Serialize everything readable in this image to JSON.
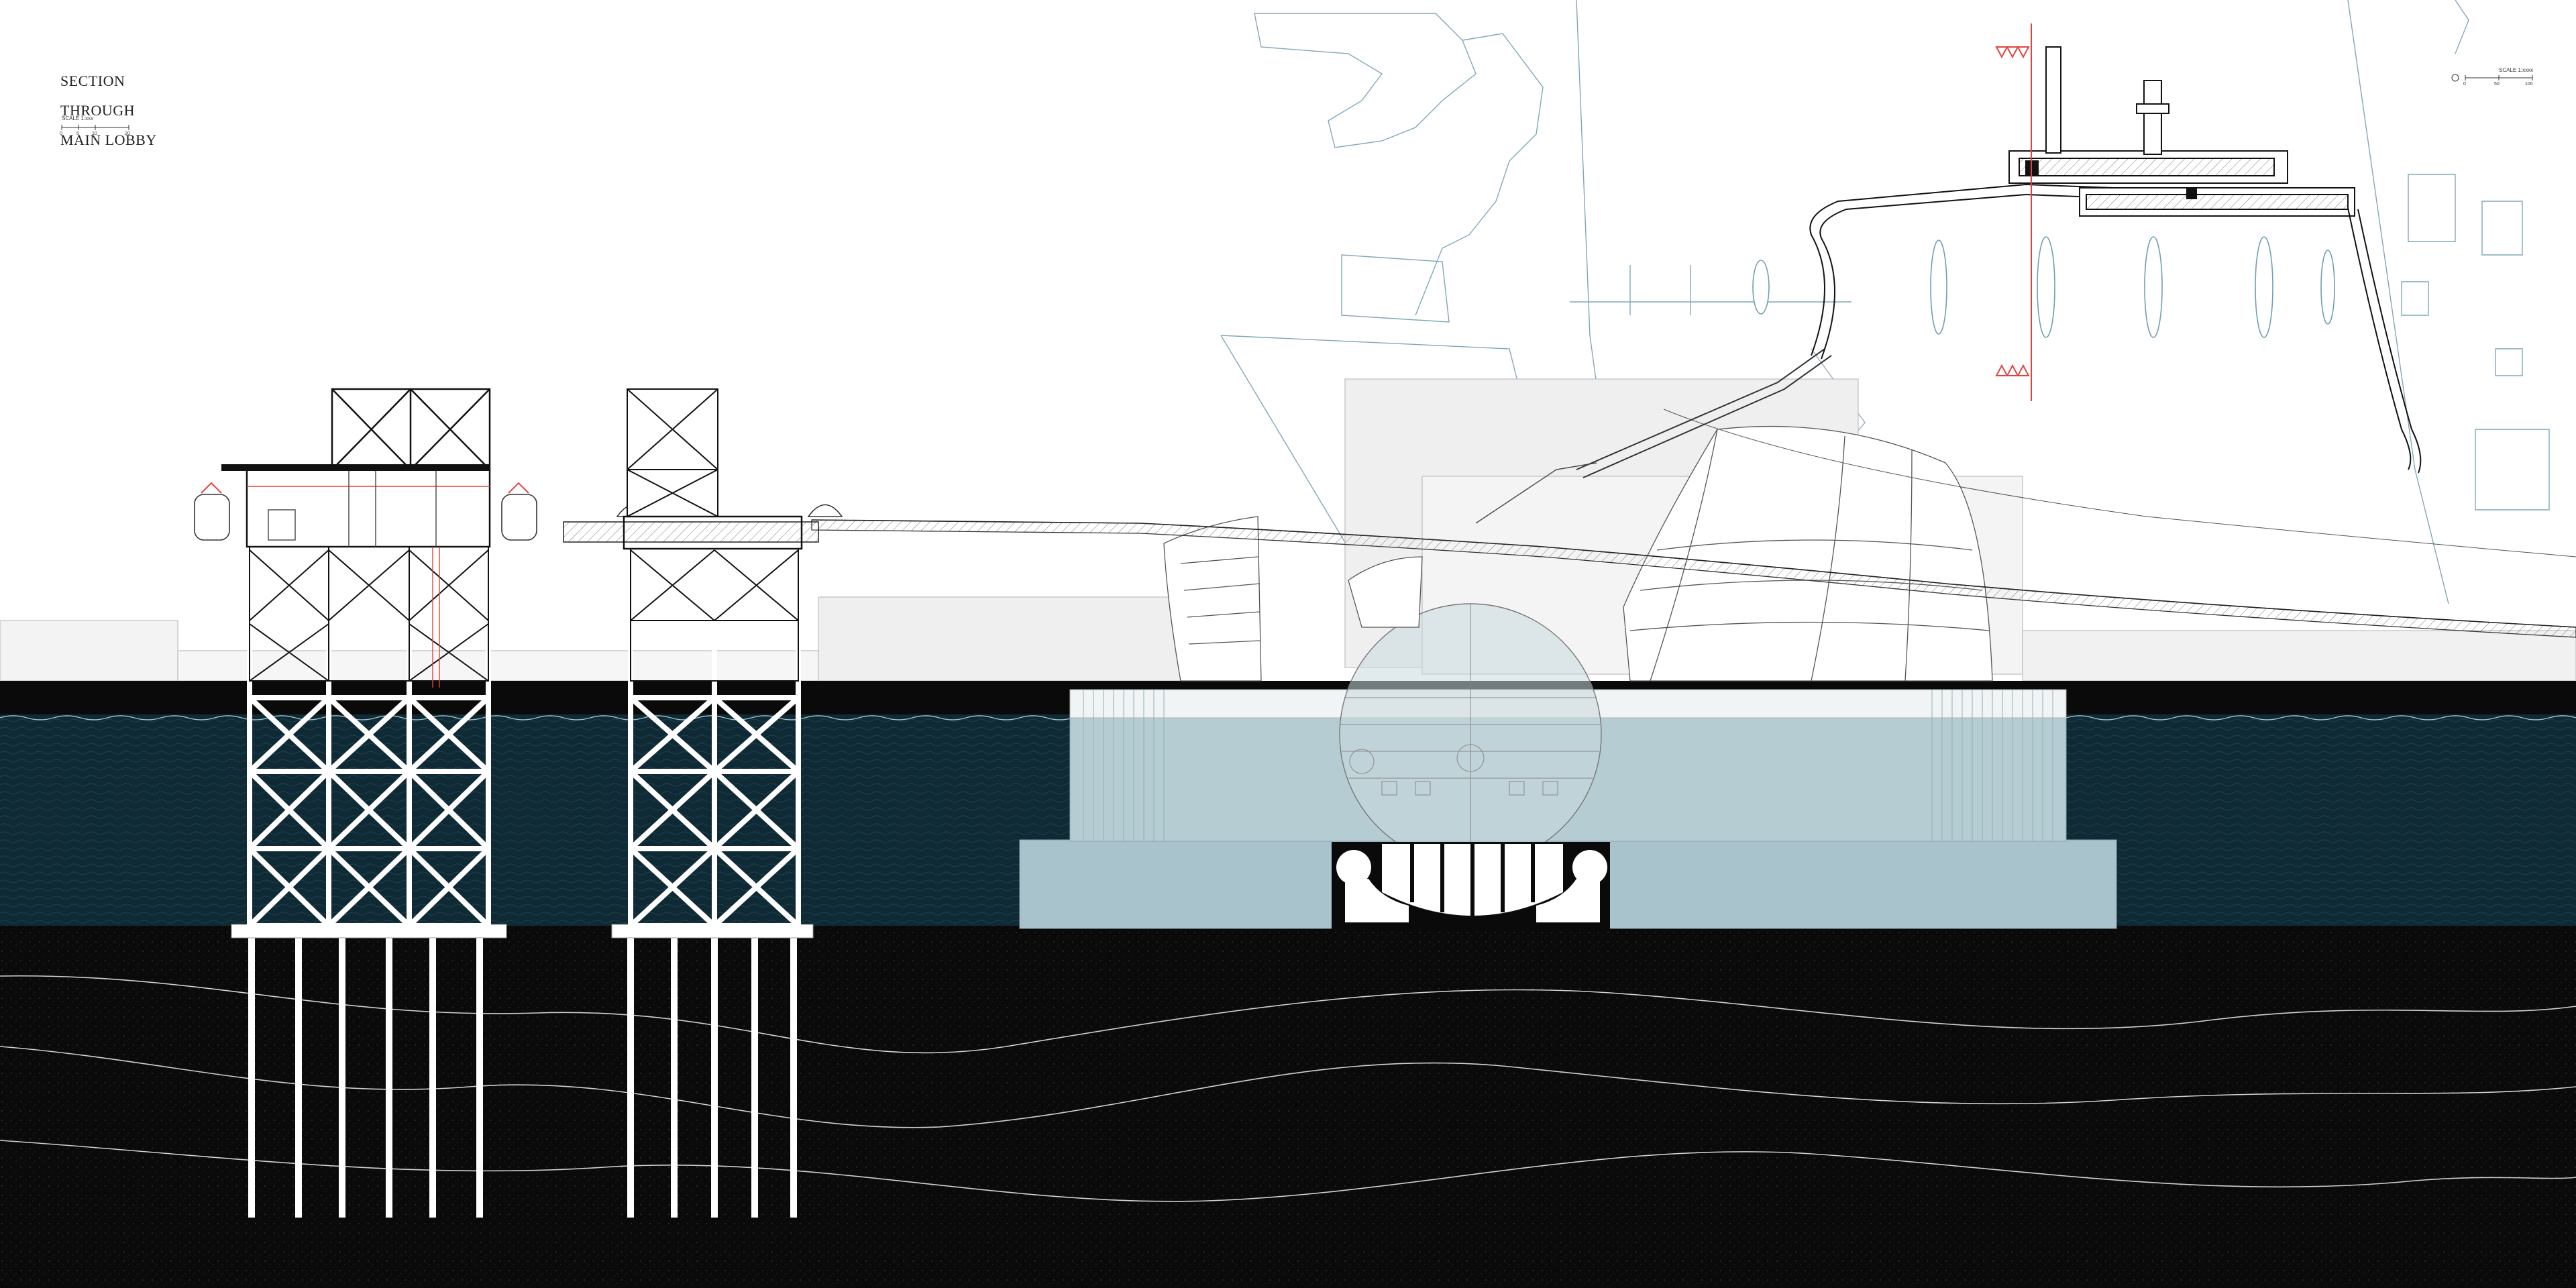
{
  "drawing": {
    "title_lines": [
      "SECTION",
      "THROUGH",
      "MAIN LOBBY"
    ],
    "scale_left": {
      "label": "SCALE 1:xxx",
      "ticks": [
        "0",
        "5",
        "10",
        "20"
      ]
    },
    "scale_right": {
      "label": "SCALE 1:xxxx",
      "ticks": [
        "0",
        "50",
        "100"
      ]
    }
  },
  "colors": {
    "water": "#0f2a35",
    "ground": "#0a0a0a",
    "structure": "#ffffff",
    "caisson": "#a9c3cc",
    "caisson_top": "#f1f4f5",
    "plan_lines": "#6f9fb0",
    "section_marker": "#e0443f",
    "context_fill": "#f1f1f1"
  }
}
